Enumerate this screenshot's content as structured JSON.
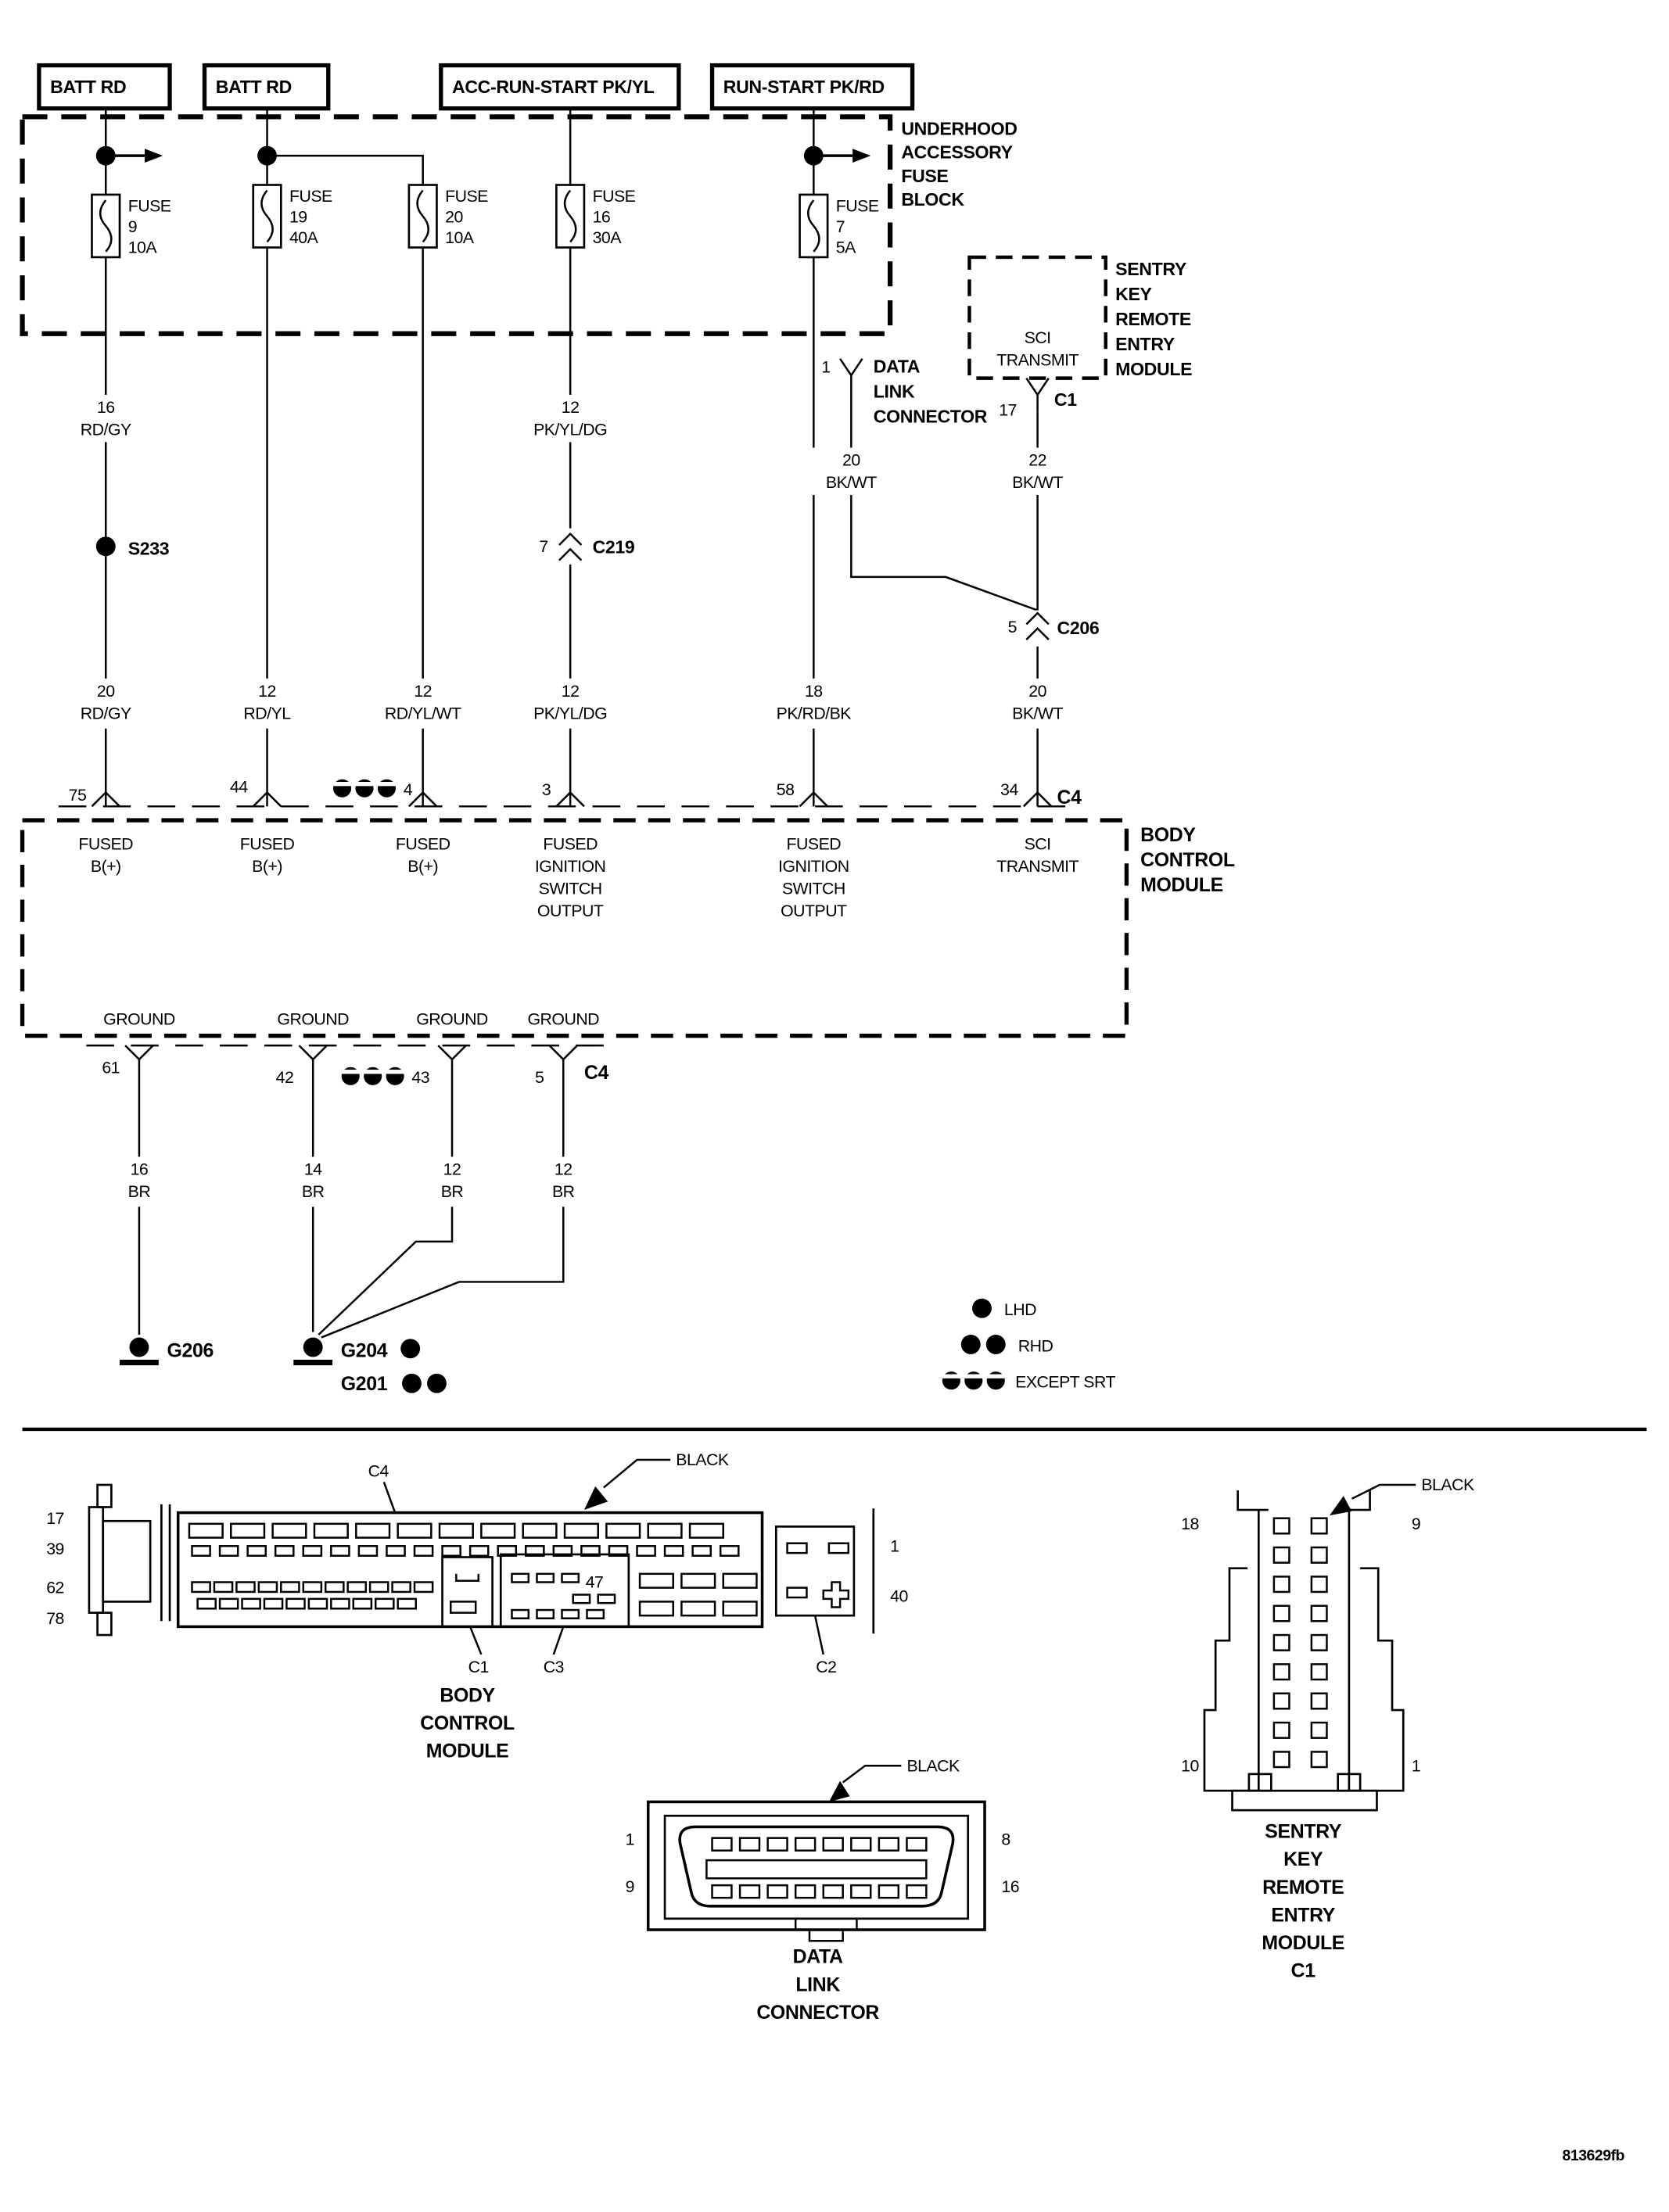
{
  "colors": {
    "ink": "#000000",
    "background": "#ffffff"
  },
  "feeds": {
    "batt1": "BATT RD",
    "batt2": "BATT RD",
    "accrun": "ACC-RUN-START PK/YL",
    "runstart": "RUN-START PK/RD"
  },
  "fuse_block": {
    "title": [
      "UNDERHOOD",
      "ACCESSORY",
      "FUSE",
      "BLOCK"
    ],
    "fuses": [
      {
        "label": "FUSE",
        "number": "9",
        "rating": "10A"
      },
      {
        "label": "FUSE",
        "number": "19",
        "rating": "40A"
      },
      {
        "label": "FUSE",
        "number": "20",
        "rating": "10A"
      },
      {
        "label": "FUSE",
        "number": "16",
        "rating": "30A"
      },
      {
        "label": "FUSE",
        "number": "7",
        "rating": "5A"
      }
    ]
  },
  "skreem": {
    "box_function": [
      "SCI",
      "TRANSMIT"
    ],
    "module_title": [
      "SENTRY",
      "KEY",
      "REMOTE",
      "ENTRY",
      "MODULE"
    ],
    "connector_label": "C1",
    "pin": "17",
    "wire": {
      "gauge": "22",
      "color": "BK/WT"
    }
  },
  "dlc": {
    "title": [
      "DATA",
      "LINK",
      "CONNECTOR"
    ],
    "pin": "1",
    "wire": {
      "gauge": "20",
      "color": "BK/WT"
    }
  },
  "splices": {
    "s233": "S233"
  },
  "inline_connectors": {
    "c219": {
      "pin": "7",
      "label": "C219"
    },
    "c206": {
      "pin": "5",
      "label": "C206"
    }
  },
  "wires_upper": {
    "w1": {
      "gauge": "16",
      "color": "RD/GY"
    },
    "w4": {
      "gauge": "12",
      "color": "PK/YL/DG"
    }
  },
  "wires_lower": {
    "w1": {
      "gauge": "20",
      "color": "RD/GY"
    },
    "w2": {
      "gauge": "12",
      "color": "RD/YL"
    },
    "w3": {
      "gauge": "12",
      "color": "RD/YL/WT"
    },
    "w4": {
      "gauge": "12",
      "color": "PK/YL/DG"
    },
    "w5": {
      "gauge": "18",
      "color": "PK/RD/BK"
    },
    "w6": {
      "gauge": "20",
      "color": "BK/WT"
    }
  },
  "bcm": {
    "module_title": [
      "BODY",
      "CONTROL",
      "MODULE"
    ],
    "connector_top": "C4",
    "connector_bottom": "C4",
    "pins_top": {
      "p75": "75",
      "p44": "44",
      "p4": "4",
      "p3": "3",
      "p58": "58",
      "p34": "34"
    },
    "fn_b": [
      "FUSED",
      "B(+)"
    ],
    "fn_ign": [
      "FUSED",
      "IGNITION",
      "SWITCH",
      "OUTPUT"
    ],
    "fn_sci": [
      "SCI",
      "TRANSMIT"
    ],
    "ground_label": "GROUND",
    "pins_bottom": {
      "p61": "61",
      "p42": "42",
      "p43": "43",
      "p5": "5"
    }
  },
  "ground_wires": {
    "g1": {
      "gauge": "16",
      "color": "BR"
    },
    "g2": {
      "gauge": "14",
      "color": "BR"
    },
    "g3": {
      "gauge": "12",
      "color": "BR"
    },
    "g4": {
      "gauge": "12",
      "color": "BR"
    }
  },
  "grounds": {
    "g206": "G206",
    "g204": "G204",
    "g201": "G201"
  },
  "legend": {
    "lhd": "LHD",
    "rhd": "RHD",
    "except_srt": "EXCEPT SRT"
  },
  "views": {
    "bcm": {
      "connector": "C4",
      "color": "BLACK",
      "side_pins": [
        "17",
        "39",
        "62",
        "78"
      ],
      "sub_c1": "C1",
      "sub_c3": "C3",
      "sub_c2": "C2",
      "pin_47": "47",
      "pin_1": "1",
      "pin_40": "40",
      "title": [
        "BODY",
        "CONTROL",
        "MODULE"
      ]
    },
    "dlc": {
      "color": "BLACK",
      "pin_tl": "1",
      "pin_bl": "9",
      "pin_tr": "8",
      "pin_br": "16",
      "title": [
        "DATA",
        "LINK",
        "CONNECTOR"
      ]
    },
    "skreem": {
      "color": "BLACK",
      "pin_tl": "18",
      "pin_tr": "9",
      "pin_bl": "10",
      "pin_br": "1",
      "title": [
        "SENTRY",
        "KEY",
        "REMOTE",
        "ENTRY",
        "MODULE",
        "C1"
      ]
    }
  },
  "footer": {
    "diagram_id": "813629fb"
  }
}
